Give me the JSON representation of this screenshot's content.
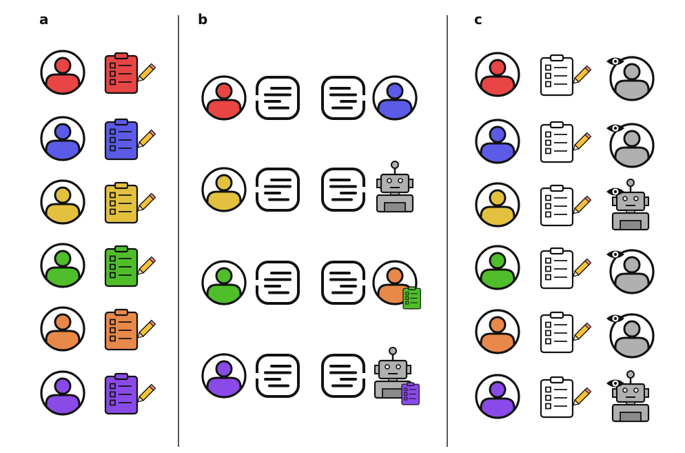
{
  "panels": {
    "a": {
      "label": "a"
    },
    "b": {
      "label": "b"
    },
    "c": {
      "label": "c"
    }
  },
  "colors": {
    "red": "#e84545",
    "blue": "#5b5be8",
    "yellow": "#e3c13f",
    "green": "#4fbe2a",
    "orange": "#e8894a",
    "purple": "#8a4ae8",
    "gray": "#b0b0b0",
    "pencil": "#f7c23a",
    "ink": "#111111"
  },
  "panel_a_rows": [
    {
      "person": "red",
      "clipboard": "red"
    },
    {
      "person": "blue",
      "clipboard": "blue"
    },
    {
      "person": "yellow",
      "clipboard": "yellow"
    },
    {
      "person": "green",
      "clipboard": "green"
    },
    {
      "person": "orange",
      "clipboard": "orange"
    },
    {
      "person": "purple",
      "clipboard": "purple"
    }
  ],
  "panel_b_rows": [
    {
      "left": "red",
      "right": "person-blue-icon"
    },
    {
      "left": "yellow",
      "right": "robot-icon"
    },
    {
      "left": "green",
      "right": "person-orange-with-green-clipboard-icon"
    },
    {
      "left": "purple",
      "right": "robot-with-purple-clipboard-icon"
    }
  ],
  "panel_c_rows": [
    {
      "person": "red",
      "evaluator": "watching-person-icon"
    },
    {
      "person": "blue",
      "evaluator": "watching-person-icon"
    },
    {
      "person": "yellow",
      "evaluator": "watching-robot-icon"
    },
    {
      "person": "green",
      "evaluator": "watching-person-icon"
    },
    {
      "person": "orange",
      "evaluator": "watching-person-icon"
    },
    {
      "person": "purple",
      "evaluator": "watching-robot-icon"
    }
  ]
}
